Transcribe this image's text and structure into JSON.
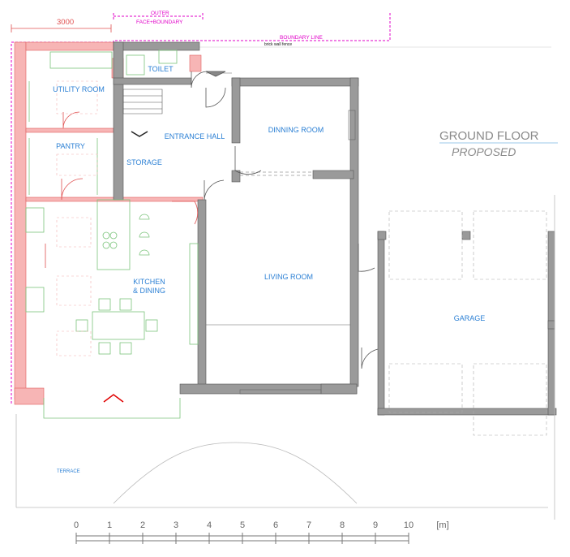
{
  "drawing": {
    "title": "GROUND FLOOR",
    "subtitle": "PROPOSED",
    "colors": {
      "wall": "#8c8c8c",
      "new_wall": "#f4a0a0",
      "furniture": "#7cc47c",
      "text": "#2a7fd4",
      "boundary": "#e000c8"
    }
  },
  "annotations": {
    "dimension": "3000",
    "outer_line1": "OUTER",
    "outer_line2": "FACE+BOUNDARY",
    "boundary_line": "BOUNDARY LINE",
    "fence": "brick wall fence"
  },
  "rooms": {
    "utility": "UTILITY ROOM",
    "toilet": "TOILET",
    "pantry": "PANTRY",
    "entrance": "ENTRANCE HALL",
    "dining": "DINNING ROOM",
    "storage": "STORAGE",
    "kitchen1": "KITCHEN",
    "kitchen2": "& DINING",
    "living": "LIVING ROOM",
    "garage": "GARAGE",
    "terrace": "TERRACE"
  },
  "scale": {
    "labels": [
      "0",
      "1",
      "2",
      "3",
      "4",
      "5",
      "6",
      "7",
      "8",
      "9",
      "10"
    ],
    "unit": "[m]"
  }
}
